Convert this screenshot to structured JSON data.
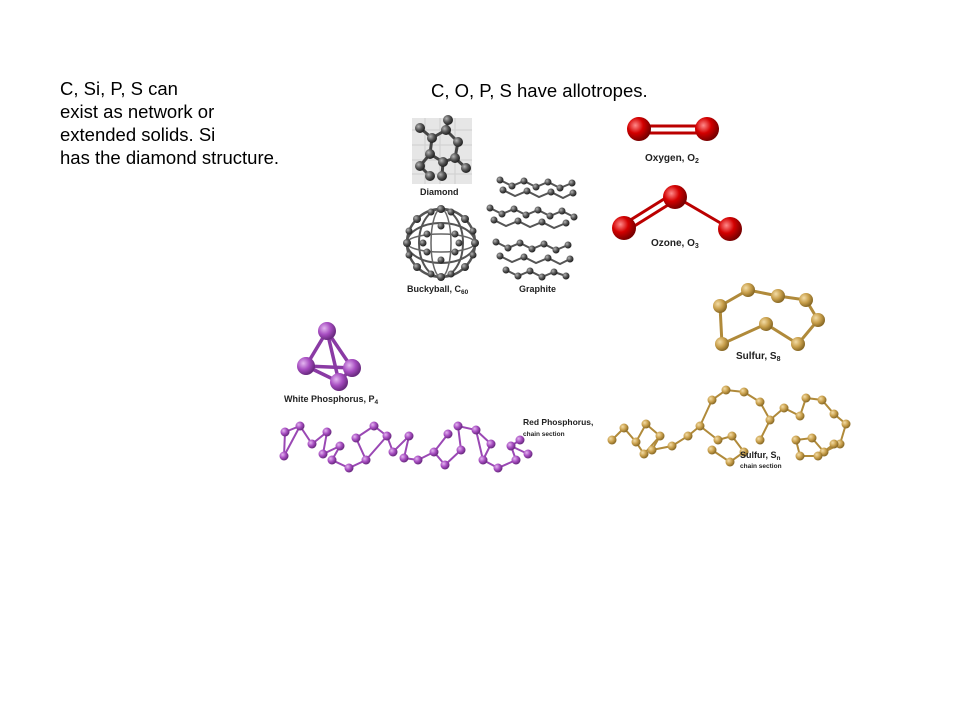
{
  "slide": {
    "left_text_lines": [
      "C, Si, P, S can",
      "exist as network or",
      "extended solids. Si",
      "has the diamond structure."
    ],
    "right_heading": "C, O, P, S have allotropes."
  },
  "figures": {
    "diamond": {
      "label": "Diamond",
      "color": "#555555"
    },
    "buckyball": {
      "label": "Buckyball, C",
      "subscript": "60",
      "color": "#4a4a4a"
    },
    "graphite": {
      "label": "Graphite",
      "color": "#4a4a4a"
    },
    "oxygen": {
      "label": "Oxygen, O",
      "subscript": "2",
      "color": "#d40000"
    },
    "ozone": {
      "label": "Ozone, O",
      "subscript": "3",
      "color": "#d40000"
    },
    "sulfur_s8": {
      "label": "Sulfur, S",
      "subscript": "8",
      "color": "#c9a04c"
    },
    "white_phosphorus": {
      "label": "White Phosphorus, P",
      "subscript": "4",
      "color": "#a64cc0"
    },
    "red_phosphorus": {
      "label_line1": "Red Phosphorus,",
      "label_line2": "chain section",
      "color": "#a64cc0"
    },
    "sulfur_chain": {
      "label": "Sulfur, S",
      "subscript": "n",
      "sublabel": "chain section",
      "color": "#c9a04c"
    }
  }
}
